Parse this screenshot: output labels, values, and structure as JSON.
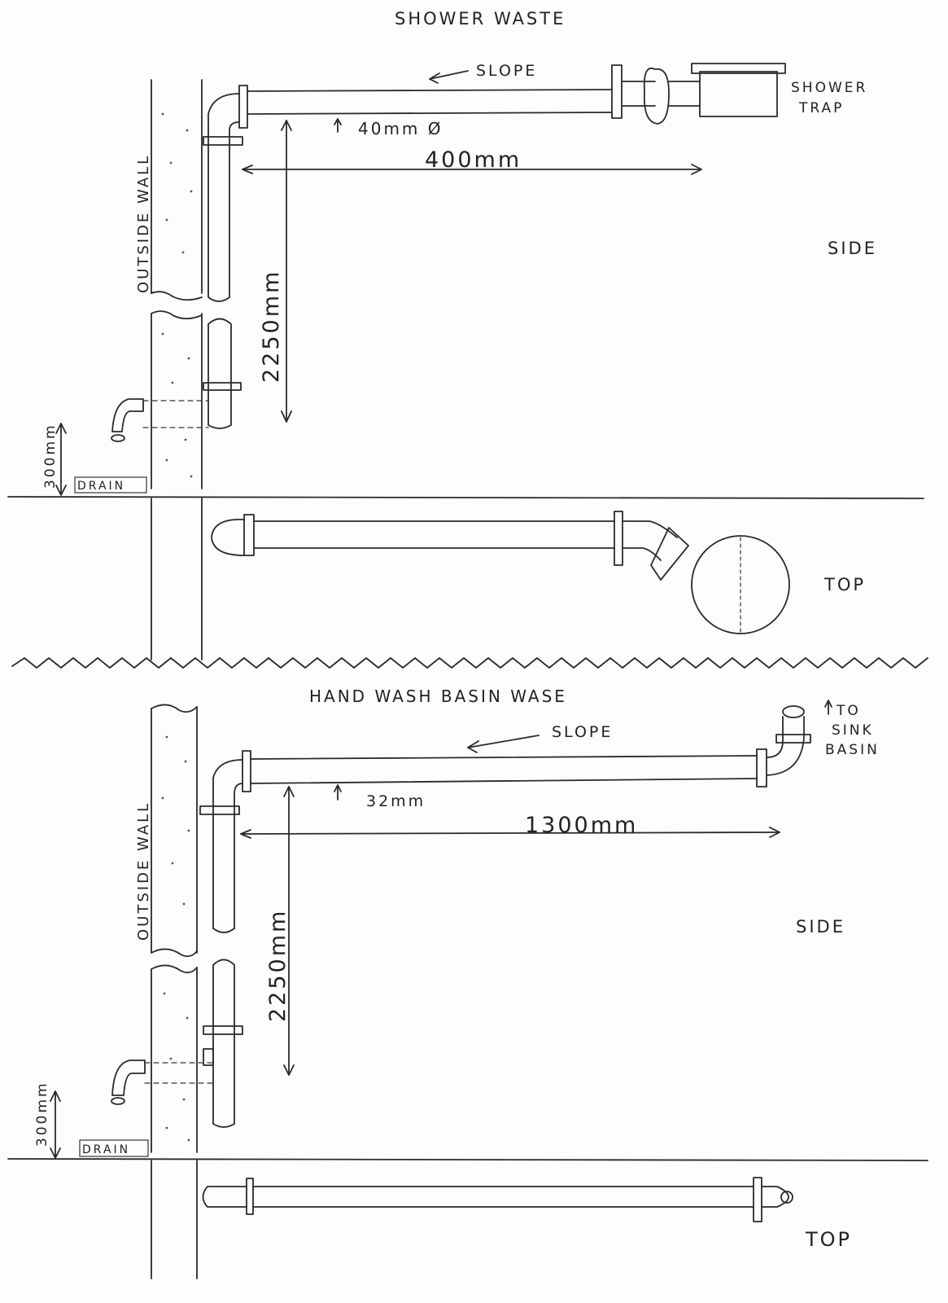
{
  "shower": {
    "title": "SHOWER WASTE",
    "wall_label": "OUTSIDE WALL",
    "slope": "SLOPE",
    "diameter": "40mm Ø",
    "horizontal_length": "400mm",
    "vertical_length": "2250mm",
    "trap_line1": "SHOWER",
    "trap_line2": "TRAP",
    "drain_height": "300mm",
    "drain": "DRAIN",
    "side_label": "SIDE",
    "top_label": "TOP"
  },
  "basin": {
    "title": "HAND WASH BASIN WASE",
    "wall_label": "OUTSIDE WALL",
    "slope": "SLOPE",
    "diameter": "32mm",
    "horizontal_length": "1300mm",
    "vertical_length": "2250mm",
    "to_sink_1": "TO",
    "to_sink_2": "SINK",
    "to_sink_3": "BASIN",
    "drain_height": "300mm",
    "drain": "DRAIN",
    "side_label": "SIDE",
    "top_label": "TOP"
  }
}
